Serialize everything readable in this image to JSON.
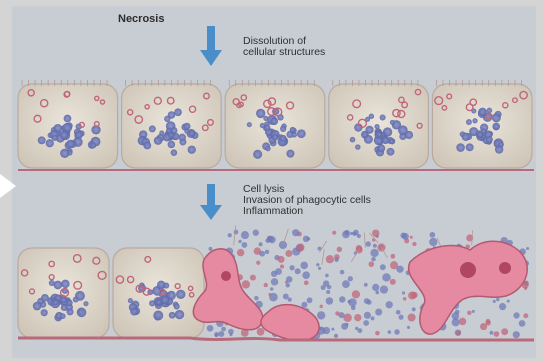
{
  "diagram": {
    "title": "Necrosis",
    "steps": [
      {
        "lines": [
          "Dissolution of",
          "cellular structures"
        ]
      },
      {
        "lines": [
          "Cell lysis",
          "Invasion of phagocytic cells",
          "Inflammation"
        ]
      }
    ]
  },
  "colors": {
    "background": "#d8d8d8",
    "frame": "#b6bcc4",
    "cell_fill": "#d9d3c8",
    "membrane": "#c27a86",
    "nucleus": "#6f79b8",
    "granule": "#c0667a",
    "phagocyte": "#e68aa0",
    "arrow": "#4a8ec9"
  }
}
